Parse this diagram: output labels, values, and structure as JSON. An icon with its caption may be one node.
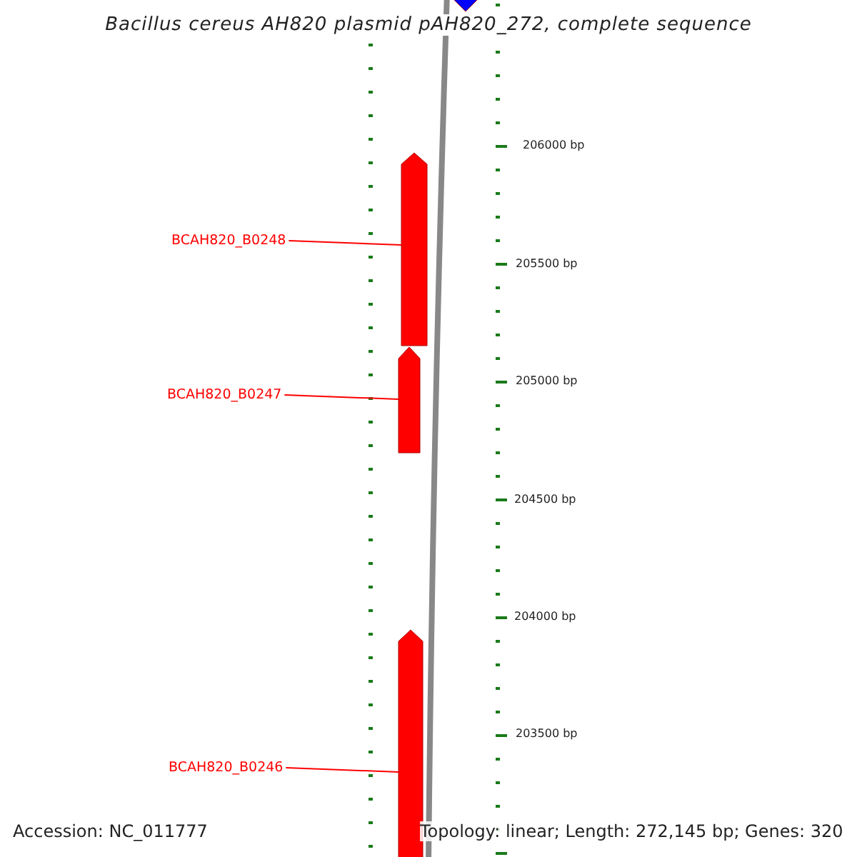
{
  "diagram": {
    "title": "Bacillus cereus AH820 plasmid pAH820_272, complete sequence",
    "nodes": [
      {
        "text": [
          "BCAH820_B0248"
        ]
      },
      {
        "text": [
          "BCAH820_B0247"
        ]
      },
      {
        "text": [
          "BCAH820_B0246"
        ]
      },
      {
        "text": [],
        "shape": "bar"
      },
      {
        "text": [],
        "shape": "bar"
      },
      {
        "text": [],
        "shape": "bar"
      },
      {
        "text": [],
        "shape": "bar"
      }
    ],
    "edges": [
      {
        "from": 0,
        "to": 3,
        "arrow": "none"
      },
      {
        "from": 1,
        "to": 4,
        "arrow": "none"
      },
      {
        "from": 2,
        "to": 5,
        "arrow": "none"
      }
    ],
    "labels": [
      "206000 bp",
      "205500 bp",
      "205000 bp",
      "204500 bp",
      "204000 bp",
      "203500 bp",
      "Accession: NC_011777",
      "Topology: linear; Length: 272,145 bp; Genes: 320"
    ]
  }
}
